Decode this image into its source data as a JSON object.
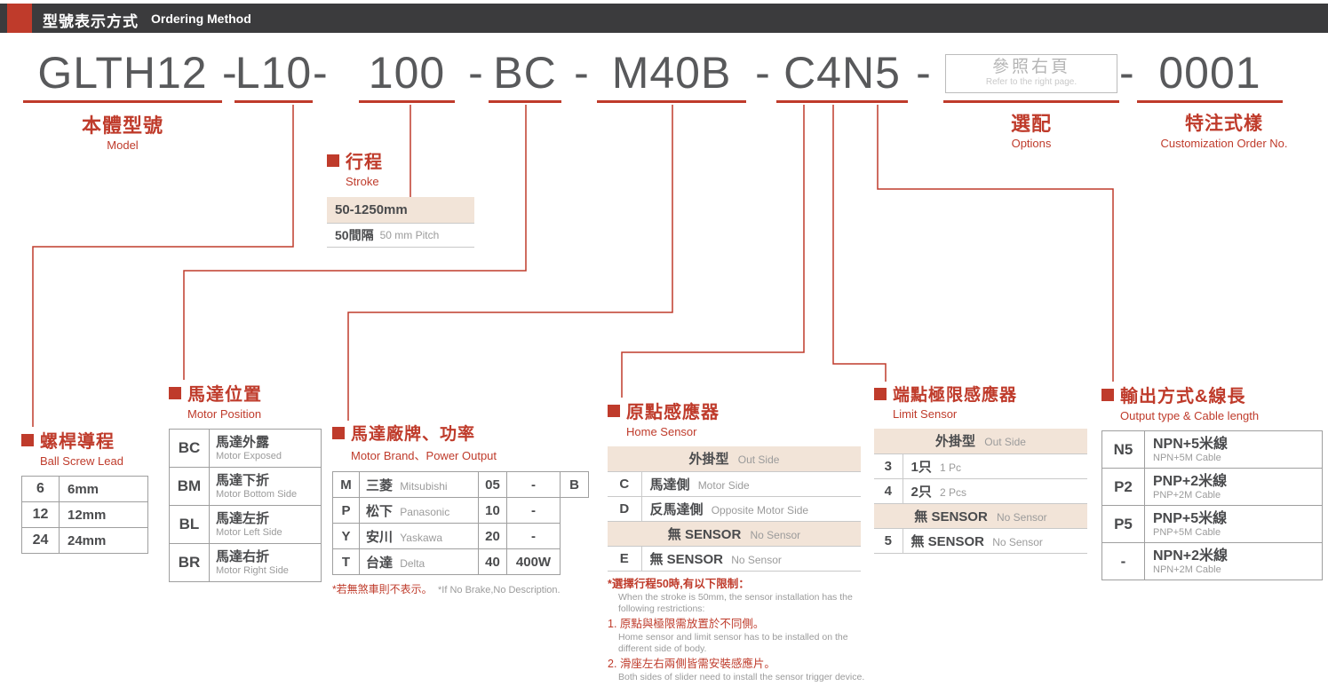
{
  "colors": {
    "accent": "#bf3b2b",
    "beige": "#f2e4d8",
    "topbar": "#3b3b3d",
    "model_text": "#58595b"
  },
  "header": {
    "zh": "型號表示方式",
    "en": "Ordering Method"
  },
  "model": {
    "base": "GLTH12",
    "dash": "-",
    "lead": "L10",
    "stroke": "100",
    "position": "BC",
    "brand": "M40B",
    "sensor": "C4N5",
    "ref_zh": "參照右頁",
    "ref_en": "Refer to the right page.",
    "custom": "0001"
  },
  "labels": {
    "model_zh": "本體型號",
    "model_en": "Model",
    "options_zh": "選配",
    "options_en": "Options",
    "custom_zh": "特注式樣",
    "custom_en": "Customization Order No."
  },
  "stroke": {
    "zh": "行程",
    "en": "Stroke",
    "range": "50-1250mm",
    "pitch_zh": "50間隔",
    "pitch_en": "50 mm Pitch"
  },
  "ball_screw": {
    "zh": "螺桿導程",
    "en": "Ball Screw Lead",
    "rows": [
      {
        "code": "6",
        "value": "6mm"
      },
      {
        "code": "12",
        "value": "12mm"
      },
      {
        "code": "24",
        "value": "24mm"
      }
    ]
  },
  "motor_position": {
    "zh": "馬達位置",
    "en": "Motor Position",
    "rows": [
      {
        "code": "BC",
        "zh": "馬達外露",
        "en": "Motor Exposed"
      },
      {
        "code": "BM",
        "zh": "馬達下折",
        "en": "Motor Bottom Side"
      },
      {
        "code": "BL",
        "zh": "馬達左折",
        "en": "Motor Left Side"
      },
      {
        "code": "BR",
        "zh": "馬達右折",
        "en": "Motor Right Side"
      }
    ]
  },
  "motor_brand": {
    "zh": "馬達廠牌、功率",
    "en": "Motor Brand、Power Output",
    "rows": [
      {
        "code": "M",
        "zh": "三菱",
        "en": "Mitsubishi",
        "num": "05",
        "power": "-",
        "brake": "B"
      },
      {
        "code": "P",
        "zh": "松下",
        "en": "Panasonic",
        "num": "10",
        "power": "-",
        "brake": ""
      },
      {
        "code": "Y",
        "zh": "安川",
        "en": "Yaskawa",
        "num": "20",
        "power": "-",
        "brake": ""
      },
      {
        "code": "T",
        "zh": "台達",
        "en": "Delta",
        "num": "40",
        "power": "400W",
        "brake": ""
      }
    ],
    "note_zh": "*若無煞車則不表示。",
    "note_en": "*If No Brake,No Description."
  },
  "home_sensor": {
    "zh": "原點感應器",
    "en": "Home Sensor",
    "header_zh": "外掛型",
    "header_en": "Out Side",
    "rows": [
      {
        "code": "C",
        "zh": "馬達側",
        "en": "Motor Side"
      },
      {
        "code": "D",
        "zh": "反馬達側",
        "en": "Opposite Motor Side"
      }
    ],
    "nosensor_zh": "無 SENSOR",
    "nosensor_en": "No Sensor",
    "row_e_code": "E",
    "row_e_zh": "無 SENSOR",
    "row_e_en": "No Sensor",
    "note1_zh": "*選擇行程50時,有以下限制：",
    "note1_en": "When the stroke is 50mm, the sensor installation has the following restrictions:",
    "note2_zh": "1. 原點與極限需放置於不同側。",
    "note2_en": "Home sensor and limit sensor has to be installed on the different side of body.",
    "note3_zh": "2. 滑座左右兩側皆需安裝感應片。",
    "note3_en": "Both sides of slider need to install the sensor trigger device."
  },
  "limit_sensor": {
    "zh": "端點極限感應器",
    "en": "Limit Sensor",
    "header_zh": "外掛型",
    "header_en": "Out Side",
    "rows": [
      {
        "code": "3",
        "zh": "1只",
        "en": "1 Pc"
      },
      {
        "code": "4",
        "zh": "2只",
        "en": "2 Pcs"
      }
    ],
    "nosensor_zh": "無 SENSOR",
    "nosensor_en": "No Sensor",
    "row_5_code": "5",
    "row_5_zh": "無 SENSOR",
    "row_5_en": "No Sensor"
  },
  "output": {
    "zh": "輸出方式&線長",
    "en": "Output type & Cable length",
    "rows": [
      {
        "code": "N5",
        "zh": "NPN+5米線",
        "en": "NPN+5M Cable"
      },
      {
        "code": "P2",
        "zh": "PNP+2米線",
        "en": "PNP+2M Cable"
      },
      {
        "code": "P5",
        "zh": "PNP+5米線",
        "en": "PNP+5M Cable"
      },
      {
        "code": "-",
        "zh": "NPN+2米線",
        "en": "NPN+2M Cable"
      }
    ]
  }
}
